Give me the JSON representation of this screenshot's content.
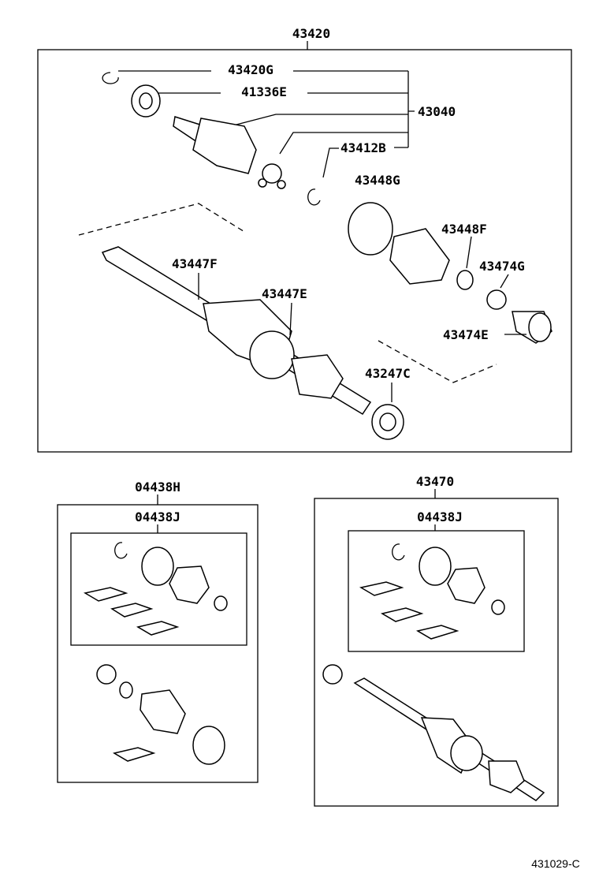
{
  "diagram": {
    "assembly": {
      "number": "43420"
    },
    "callouts": {
      "c43420G": "43420G",
      "c41336E": "41336E",
      "c43040": "43040",
      "c43412B": "43412B",
      "c43448G": "43448G",
      "c43448F": "43448F",
      "c43474G": "43474G",
      "c43447F": "43447F",
      "c43447E": "43447E",
      "c43474E": "43474E",
      "c43247C": "43247C"
    },
    "kit_left": {
      "outer": "04438H",
      "inner": "04438J"
    },
    "kit_right": {
      "outer": "43470",
      "inner": "04438J"
    },
    "figure_id": "431029-C"
  }
}
